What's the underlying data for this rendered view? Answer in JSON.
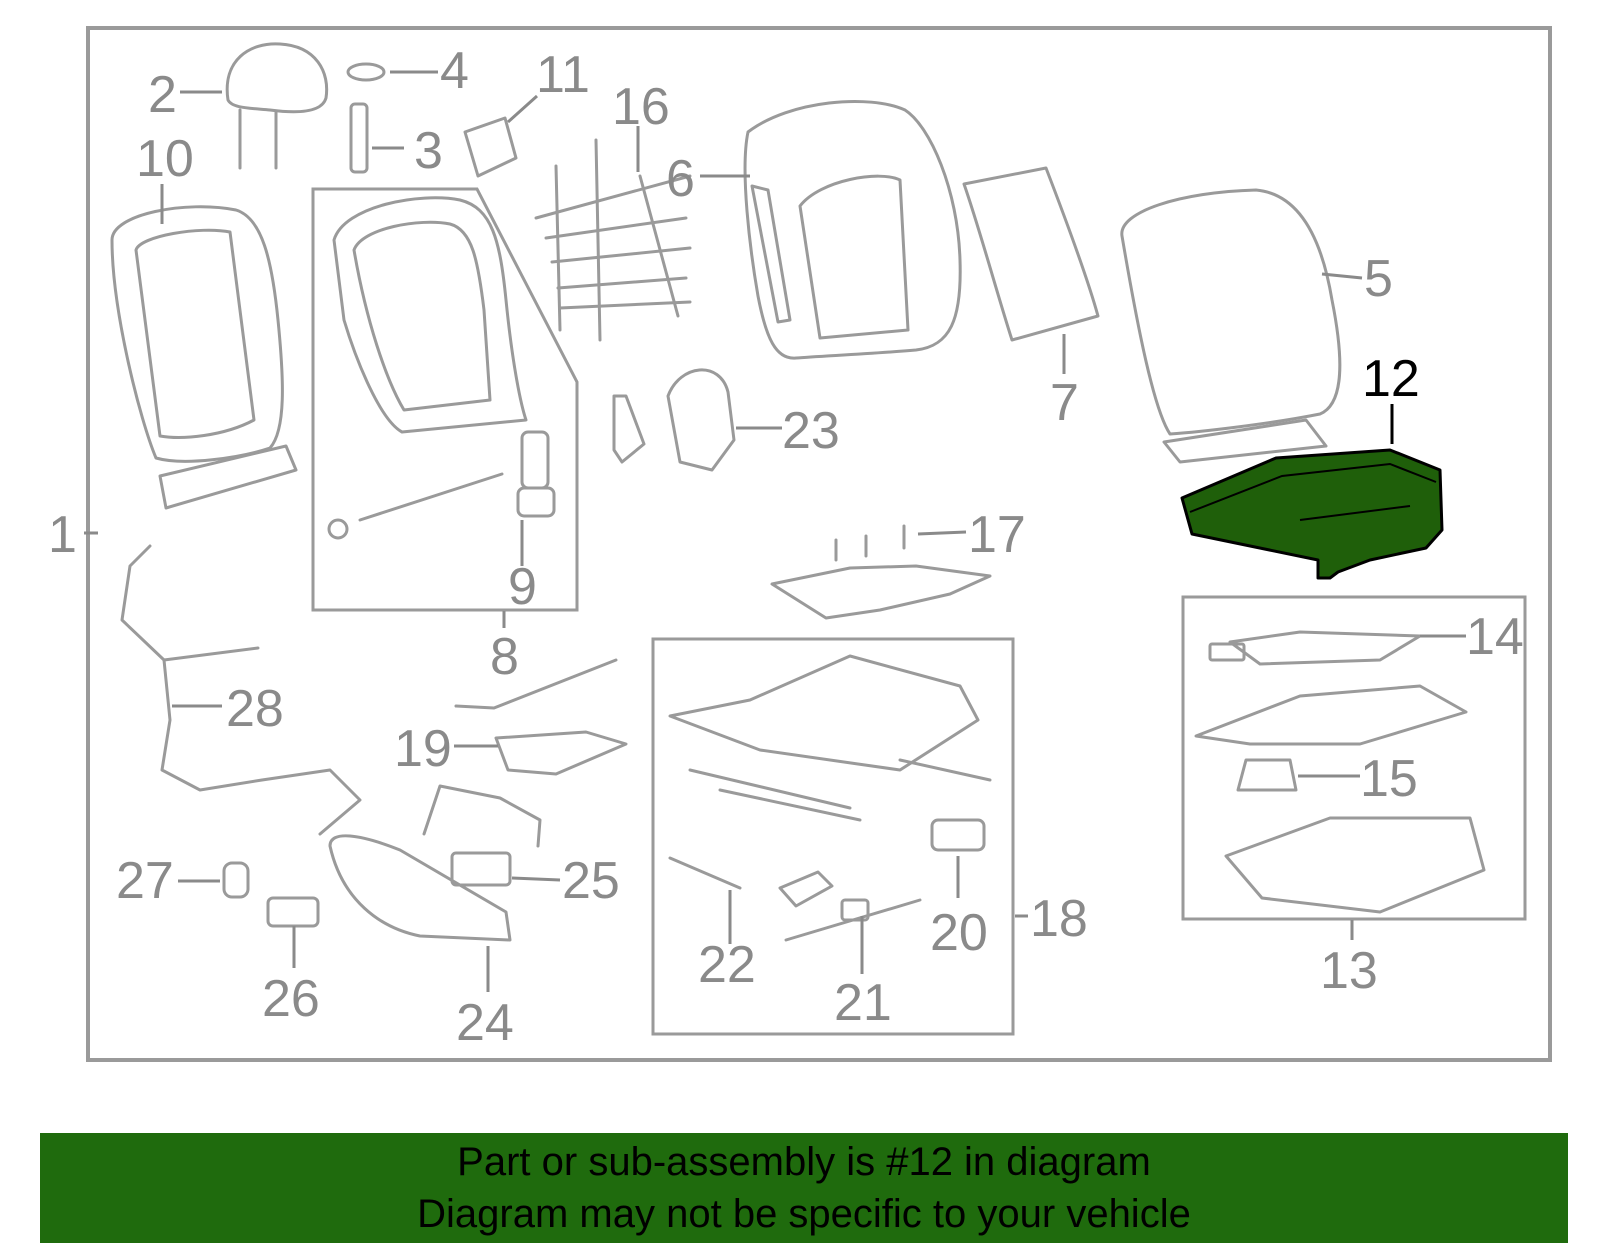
{
  "colors": {
    "highlight": "#1f5f0a",
    "banner": "#1f6b0d",
    "line": "#9a9a9a",
    "label": "#8a8a8a"
  },
  "highlighted_part": "12",
  "callouts": {
    "c1": "1",
    "c2": "2",
    "c3": "3",
    "c4": "4",
    "c5": "5",
    "c6": "6",
    "c7": "7",
    "c8": "8",
    "c9": "9",
    "c10": "10",
    "c11": "11",
    "c12": "12",
    "c13": "13",
    "c14": "14",
    "c15": "15",
    "c16": "16",
    "c17": "17",
    "c18": "18",
    "c19": "19",
    "c20": "20",
    "c21": "21",
    "c22": "22",
    "c23": "23",
    "c24": "24",
    "c25": "25",
    "c26": "26",
    "c27": "27",
    "c28": "28"
  },
  "banner": {
    "line1": "Part or sub-assembly is #12 in diagram",
    "line2": "Diagram may not be specific to your vehicle"
  }
}
